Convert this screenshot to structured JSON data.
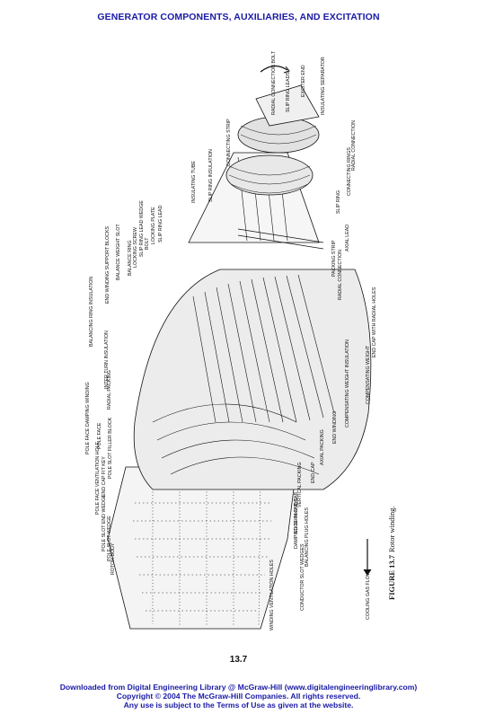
{
  "header": {
    "title": "GENERATOR COMPONENTS, AUXILIARIES, AND EXCITATION"
  },
  "figure": {
    "caption_number": "FIGURE 13.7",
    "caption_text": "Rotor winding.",
    "labels": {
      "exciter_end": "EXCITER END",
      "radial_connection_bolt": "RADIAL CONNECTION BOLT",
      "slip_ring_leads": "SLIP RING LEADS",
      "insulating_separator": "INSULATING SEPARATOR",
      "connecting_strip": "CONNECTING STRIP",
      "radial_connection_top": "RADIAL CONNECTION",
      "slip_ring_insulation": "SLIP RING INSULATION",
      "connecting_rings": "CONNECTING RINGS",
      "insulating_tube": "INSULATING TUBE",
      "slip_ring": "SLIP RING",
      "axial_lead": "AXIAL LEAD",
      "packing_strip": "PACKING STRIP",
      "radial_connection_mid": "RADIAL CONNECTION",
      "end_cap_with_radial_holes": "END CAP WITH RADIAL HOLES",
      "compensating_weight": "COMPENSATING WEIGHT",
      "compensating_weight_insulation": "COMPENSATING WEIGHT INSULATION",
      "end_winding": "END WINDING",
      "axial_packing": "AXIAL PACKING",
      "end_cap": "END CAP",
      "vertical_packing": "VERTICAL PACKING",
      "edge_packing": "EDGE PACKING",
      "damper_shim_and_tab": "DAMPING SHIM AND TAB",
      "balancing_plug_holes": "BALANCING PLUG HOLES",
      "cooling_gas_flow": "COOLING GAS FLOW",
      "conductor_slot_wedges": "CONDUCTOR SLOT WEDGES",
      "winding_ventilation_holes": "WINDING VENTILATION HOLES",
      "rotor_body": "ROTOR BODY",
      "pole_slot_wedge": "POLE SLOT WEDGE",
      "pole_slot_end_wedge": "POLE SLOT END WEDGE",
      "pole_face_ventilation_hole": "POLE FACE VENTILATION HOLE",
      "end_cap_fit_key": "END CAP FIT KEY",
      "pole_slot_filler_block": "POLE SLOT FILLER BLOCK",
      "pole_face": "POLE FACE",
      "pole_face_damper_winding": "POLE FACE DAMPING WINDING",
      "radial_packing": "RADIAL PACKING",
      "inter_turn_insulation": "INTER TURN INSULATION",
      "balancing_ring_insulation": "BALANCING RING INSULATION",
      "end_winding_support_blocks": "END WINDING SUPPORT BLOCKS",
      "balance_weight_slot": "BALANCE WEIGHT SLOT",
      "balance_ring": "BALANCE RING",
      "locking_screw": "LOCKING SCREW",
      "slip_ring_lead_wedge": "SLIP RING LEAD WEDGE",
      "bolt": "BOLT",
      "locking_plate": "LOCKING PLATE",
      "slip_ring_lead": "SLIP RING LEAD"
    }
  },
  "page_number": "13.7",
  "footer": {
    "line1": "Downloaded from Digital Engineering Library @ McGraw-Hill (www.digitalengineeringlibrary.com)",
    "line2": "Copyright © 2004 The McGraw-Hill Companies. All rights reserved.",
    "line3": "Any use is subject to the Terms of Use as given at the website."
  }
}
